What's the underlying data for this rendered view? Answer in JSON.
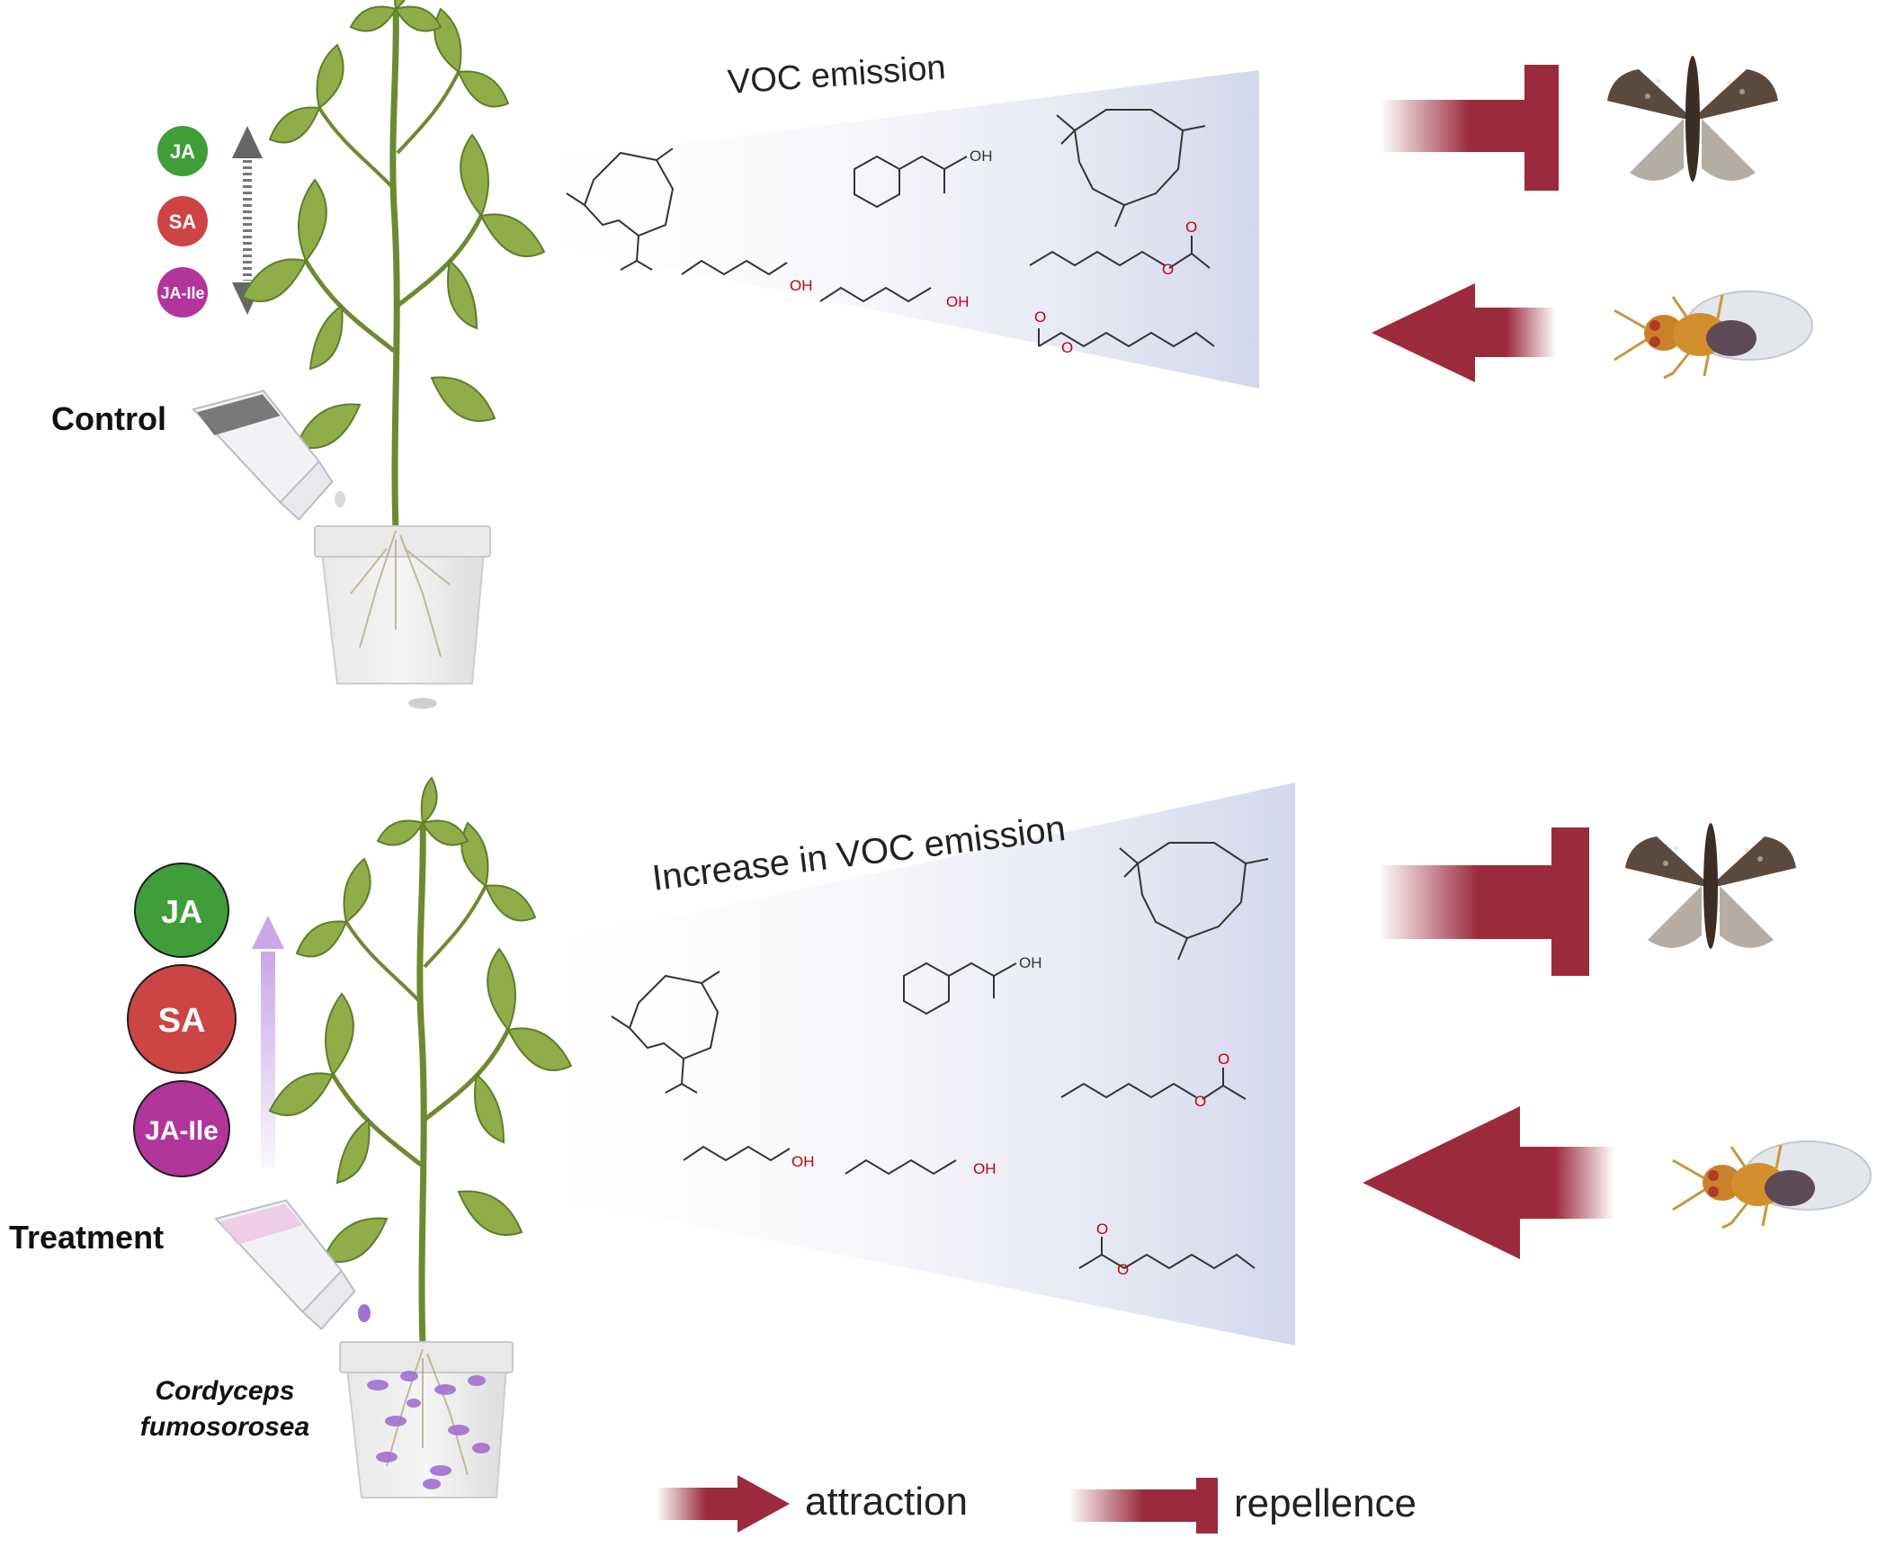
{
  "panels": {
    "control": {
      "condition_label": "Control",
      "voc_title": "VOC emission",
      "hormones": [
        "JA",
        "SA",
        "JA-Ile"
      ]
    },
    "treatment": {
      "condition_label": "Treatment",
      "organism_line1": "Cordyceps",
      "organism_line2": "fumosorosea",
      "voc_title": "Increase in VOC emission",
      "hormones": [
        "JA",
        "SA",
        "JA-Ile"
      ]
    }
  },
  "compounds": {
    "hydroxyl": "OH",
    "oxygen": "O"
  },
  "legend": {
    "attraction": "attraction",
    "repellence": "repellence"
  },
  "colors": {
    "arrow": "#9b2b3c",
    "ja": "#3f9d3a",
    "sa": "#cc4444",
    "ja_ile": "#b2359b",
    "control_arrow": "#666666",
    "treatment_arrow": "#c9a7e8",
    "cone": "#d3d7eb",
    "leaf": "#8fae4a",
    "stem": "#6d8a30"
  },
  "icons": [
    "tomato-plant-icon",
    "flask-icon",
    "moth-icon",
    "wasp-icon",
    "pot-icon"
  ]
}
